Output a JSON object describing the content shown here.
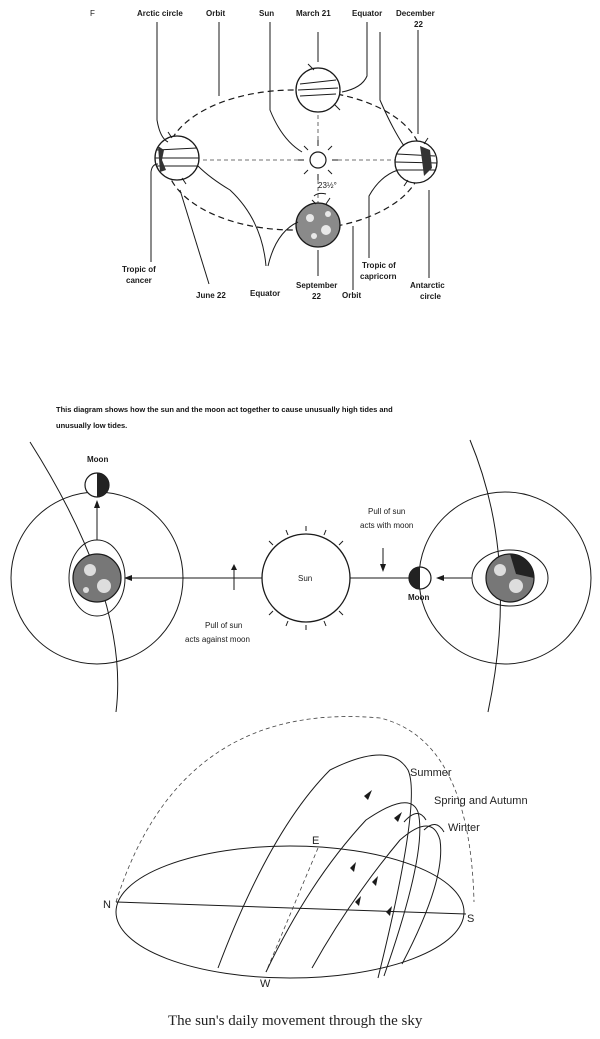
{
  "seasons_diagram": {
    "corner_mark": "F",
    "labels": {
      "arctic_circle": "Arctic circle",
      "orbit_top": "Orbit",
      "sun": "Sun",
      "march": "March 21",
      "equator_top": "Equator",
      "december_1": "December",
      "december_2": "22",
      "tilt": "23½°",
      "tropic_cancer_1": "Tropic of",
      "tropic_cancer_2": "cancer",
      "june": "June 22",
      "equator_bottom": "Equator",
      "september_1": "September",
      "september_2": "22",
      "orbit_bottom": "Orbit",
      "tropic_capricorn_1": "Tropic of",
      "tropic_capricorn_2": "capricorn",
      "antarctic_1": "Antarctic",
      "antarctic_2": "circle"
    }
  },
  "tides_diagram": {
    "description_line1": "This diagram shows how the sun and the moon act together to cause unusually high tides and",
    "description_line2": "unusually low tides.",
    "moon_label_left": "Moon",
    "sun_label": "Sun",
    "pull_against_1": "Pull of sun",
    "pull_against_2": "acts against moon",
    "pull_with_1": "Pull of sun",
    "pull_with_2": "acts with moon",
    "moon_label_right": "Moon"
  },
  "sky_diagram": {
    "summer": "Summer",
    "spring_autumn": "Spring and Autumn",
    "winter": "Winter",
    "east": "E",
    "north": "N",
    "south": "S",
    "west": "W",
    "caption": "The sun's daily movement through the sky"
  }
}
